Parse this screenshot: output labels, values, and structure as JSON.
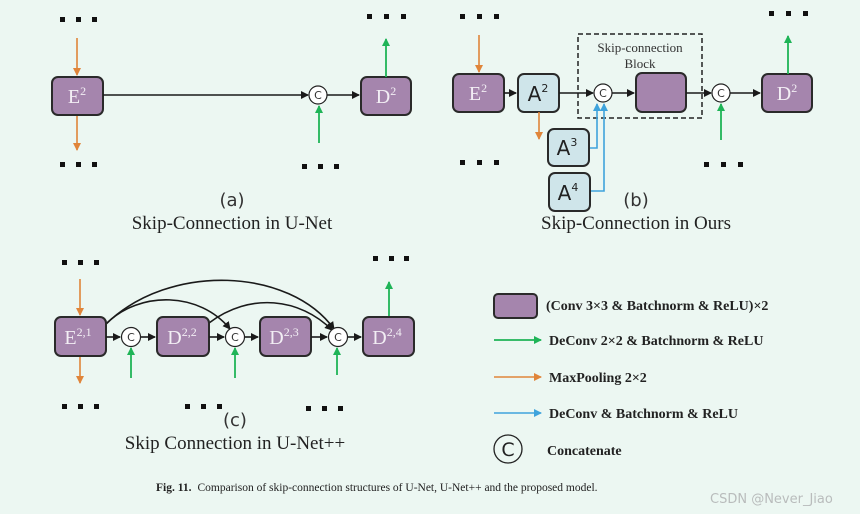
{
  "panel_a": {
    "encoder": {
      "base": "E",
      "sup": "2"
    },
    "decoder": {
      "base": "D",
      "sup": "2"
    },
    "letter": "(a)",
    "title": "Skip-Connection in U-Net"
  },
  "panel_b": {
    "encoder": {
      "base": "E",
      "sup": "2"
    },
    "a2": {
      "base": "A",
      "sup": "2"
    },
    "a3": {
      "base": "A",
      "sup": "3"
    },
    "a4": {
      "base": "A",
      "sup": "4"
    },
    "decoder": {
      "base": "D",
      "sup": "2"
    },
    "block_label_line1": "Skip-connection",
    "block_label_line2": "Block",
    "letter": "(b)",
    "title": "Skip-Connection in Ours"
  },
  "panel_c": {
    "e21": {
      "base": "E",
      "sup": "2,1"
    },
    "d22": {
      "base": "D",
      "sup": "2,2"
    },
    "d23": {
      "base": "D",
      "sup": "2,3"
    },
    "d24": {
      "base": "D",
      "sup": "2,4"
    },
    "letter": "(c)",
    "title": "Skip Connection in U-Net++"
  },
  "concat_symbol": "C",
  "legend": {
    "conv_block": "(Conv 3×3 & Batchnorm & ReLU)×2",
    "green_arrow": "DeConv 2×2 & Batchnorm & ReLU",
    "orange_arrow": "MaxPooling 2×2",
    "blue_arrow": "DeConv & Batchnorm & ReLU",
    "concatenate": "Concatenate"
  },
  "caption": {
    "label": "Fig. 11.",
    "text": "Comparison of skip-connection structures of U-Net, U-Net++ and the proposed model."
  },
  "watermark": "CSDN @Never_Jiao",
  "colors": {
    "background": "#ecf7f2",
    "conv_block": "#a585ad",
    "attention_block": "#cfe5ea",
    "deconv_arrow": "#1fb457",
    "maxpool_arrow": "#e0853a",
    "deconv_blue_arrow": "#3fa3dc"
  }
}
